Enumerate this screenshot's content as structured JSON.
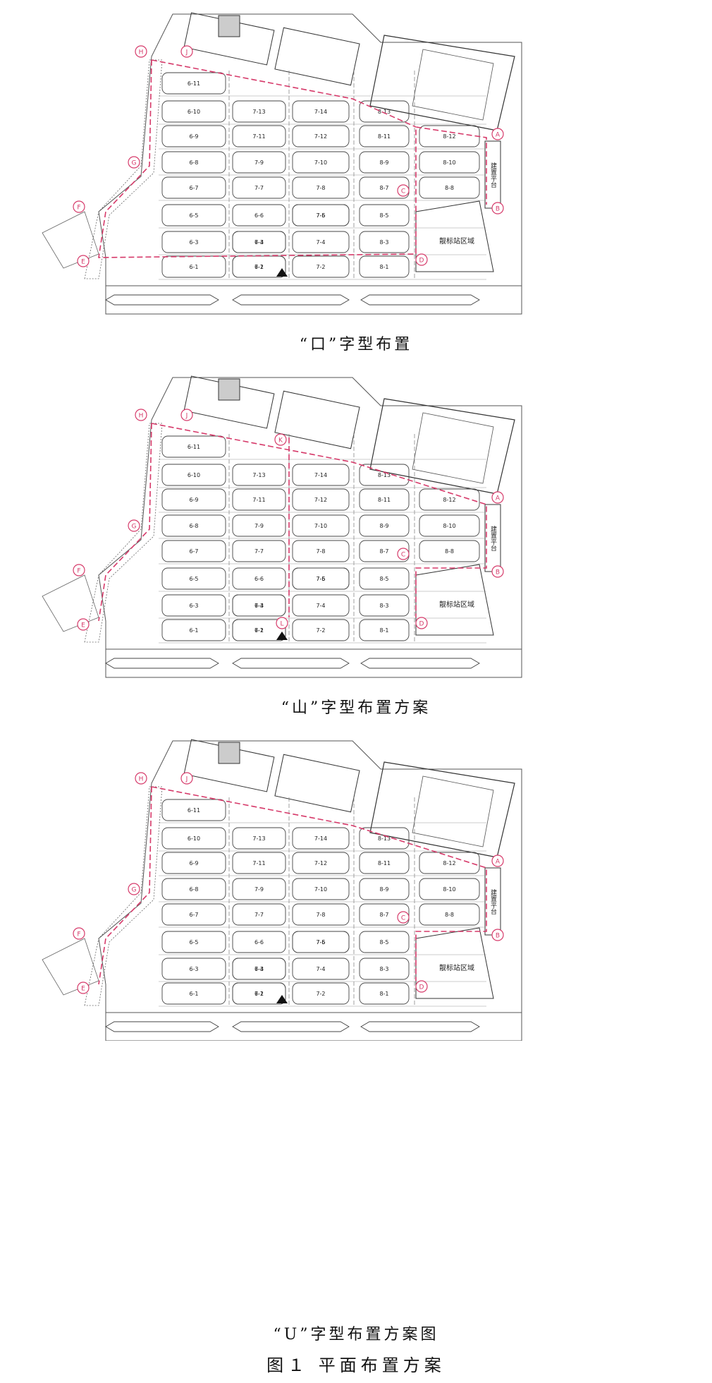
{
  "panels": [
    {
      "caption": "“口”字型布置",
      "route": "loop",
      "plot_labels": [
        "6-11",
        "6-10",
        "6-9",
        "6-8",
        "6-7",
        "6-5",
        "6-3",
        "6-1",
        "7-13",
        "7-11",
        "7-9",
        "7-7",
        "7-5",
        "7-3",
        "7-1",
        "7-14",
        "7-12",
        "7-10",
        "7-8",
        "7-6",
        "7-4",
        "7-2",
        "8-13",
        "8-11",
        "8-9",
        "8-7",
        "8-5",
        "8-3",
        "8-1",
        "8-12",
        "8-10",
        "8-8",
        "6-6",
        "6-4",
        "6-2"
      ],
      "region_label": "靓标站区域",
      "platform_label": "建置平台",
      "points": [
        "A",
        "B",
        "C",
        "D",
        "E",
        "F",
        "G",
        "H",
        "J"
      ]
    },
    {
      "caption": "“山”字型布置方案",
      "route": "shan",
      "plot_labels": [
        "6-11",
        "6-10",
        "6-9",
        "6-8",
        "6-7",
        "6-5",
        "6-3",
        "6-1",
        "7-13",
        "7-11",
        "7-9",
        "7-7",
        "7-5",
        "7-3",
        "7-1",
        "7-14",
        "7-12",
        "7-10",
        "7-8",
        "7-6",
        "7-4",
        "7-2",
        "8-13",
        "8-11",
        "8-9",
        "8-7",
        "8-5",
        "8-3",
        "8-1",
        "8-12",
        "8-10",
        "8-8",
        "6-6",
        "6-4",
        "6-2"
      ],
      "region_label": "靓标站区域",
      "platform_label": "建置平台",
      "points": [
        "A",
        "B",
        "C",
        "D",
        "E",
        "F",
        "G",
        "H",
        "J",
        "K",
        "L"
      ]
    },
    {
      "caption": "“U”字型布置方案图",
      "route": "u",
      "plot_labels": [
        "6-11",
        "6-10",
        "6-9",
        "6-8",
        "6-7",
        "6-5",
        "6-3",
        "6-1",
        "7-13",
        "7-11",
        "7-9",
        "7-7",
        "7-5",
        "7-3",
        "7-1",
        "7-14",
        "7-12",
        "7-10",
        "7-8",
        "7-6",
        "7-4",
        "7-2",
        "8-13",
        "8-11",
        "8-9",
        "8-7",
        "8-5",
        "8-3",
        "8-1",
        "8-12",
        "8-10",
        "8-8",
        "6-6",
        "6-4",
        "6-2"
      ],
      "region_label": "靓标站区域",
      "platform_label": "建置平台",
      "points": [
        "A",
        "B",
        "C",
        "D",
        "E",
        "F",
        "G",
        "H",
        "J"
      ]
    }
  ],
  "figure_caption": "图１  平面布置方案",
  "colors": {
    "route": "#d63a6a",
    "line": "#444444",
    "bg": "#ffffff"
  }
}
